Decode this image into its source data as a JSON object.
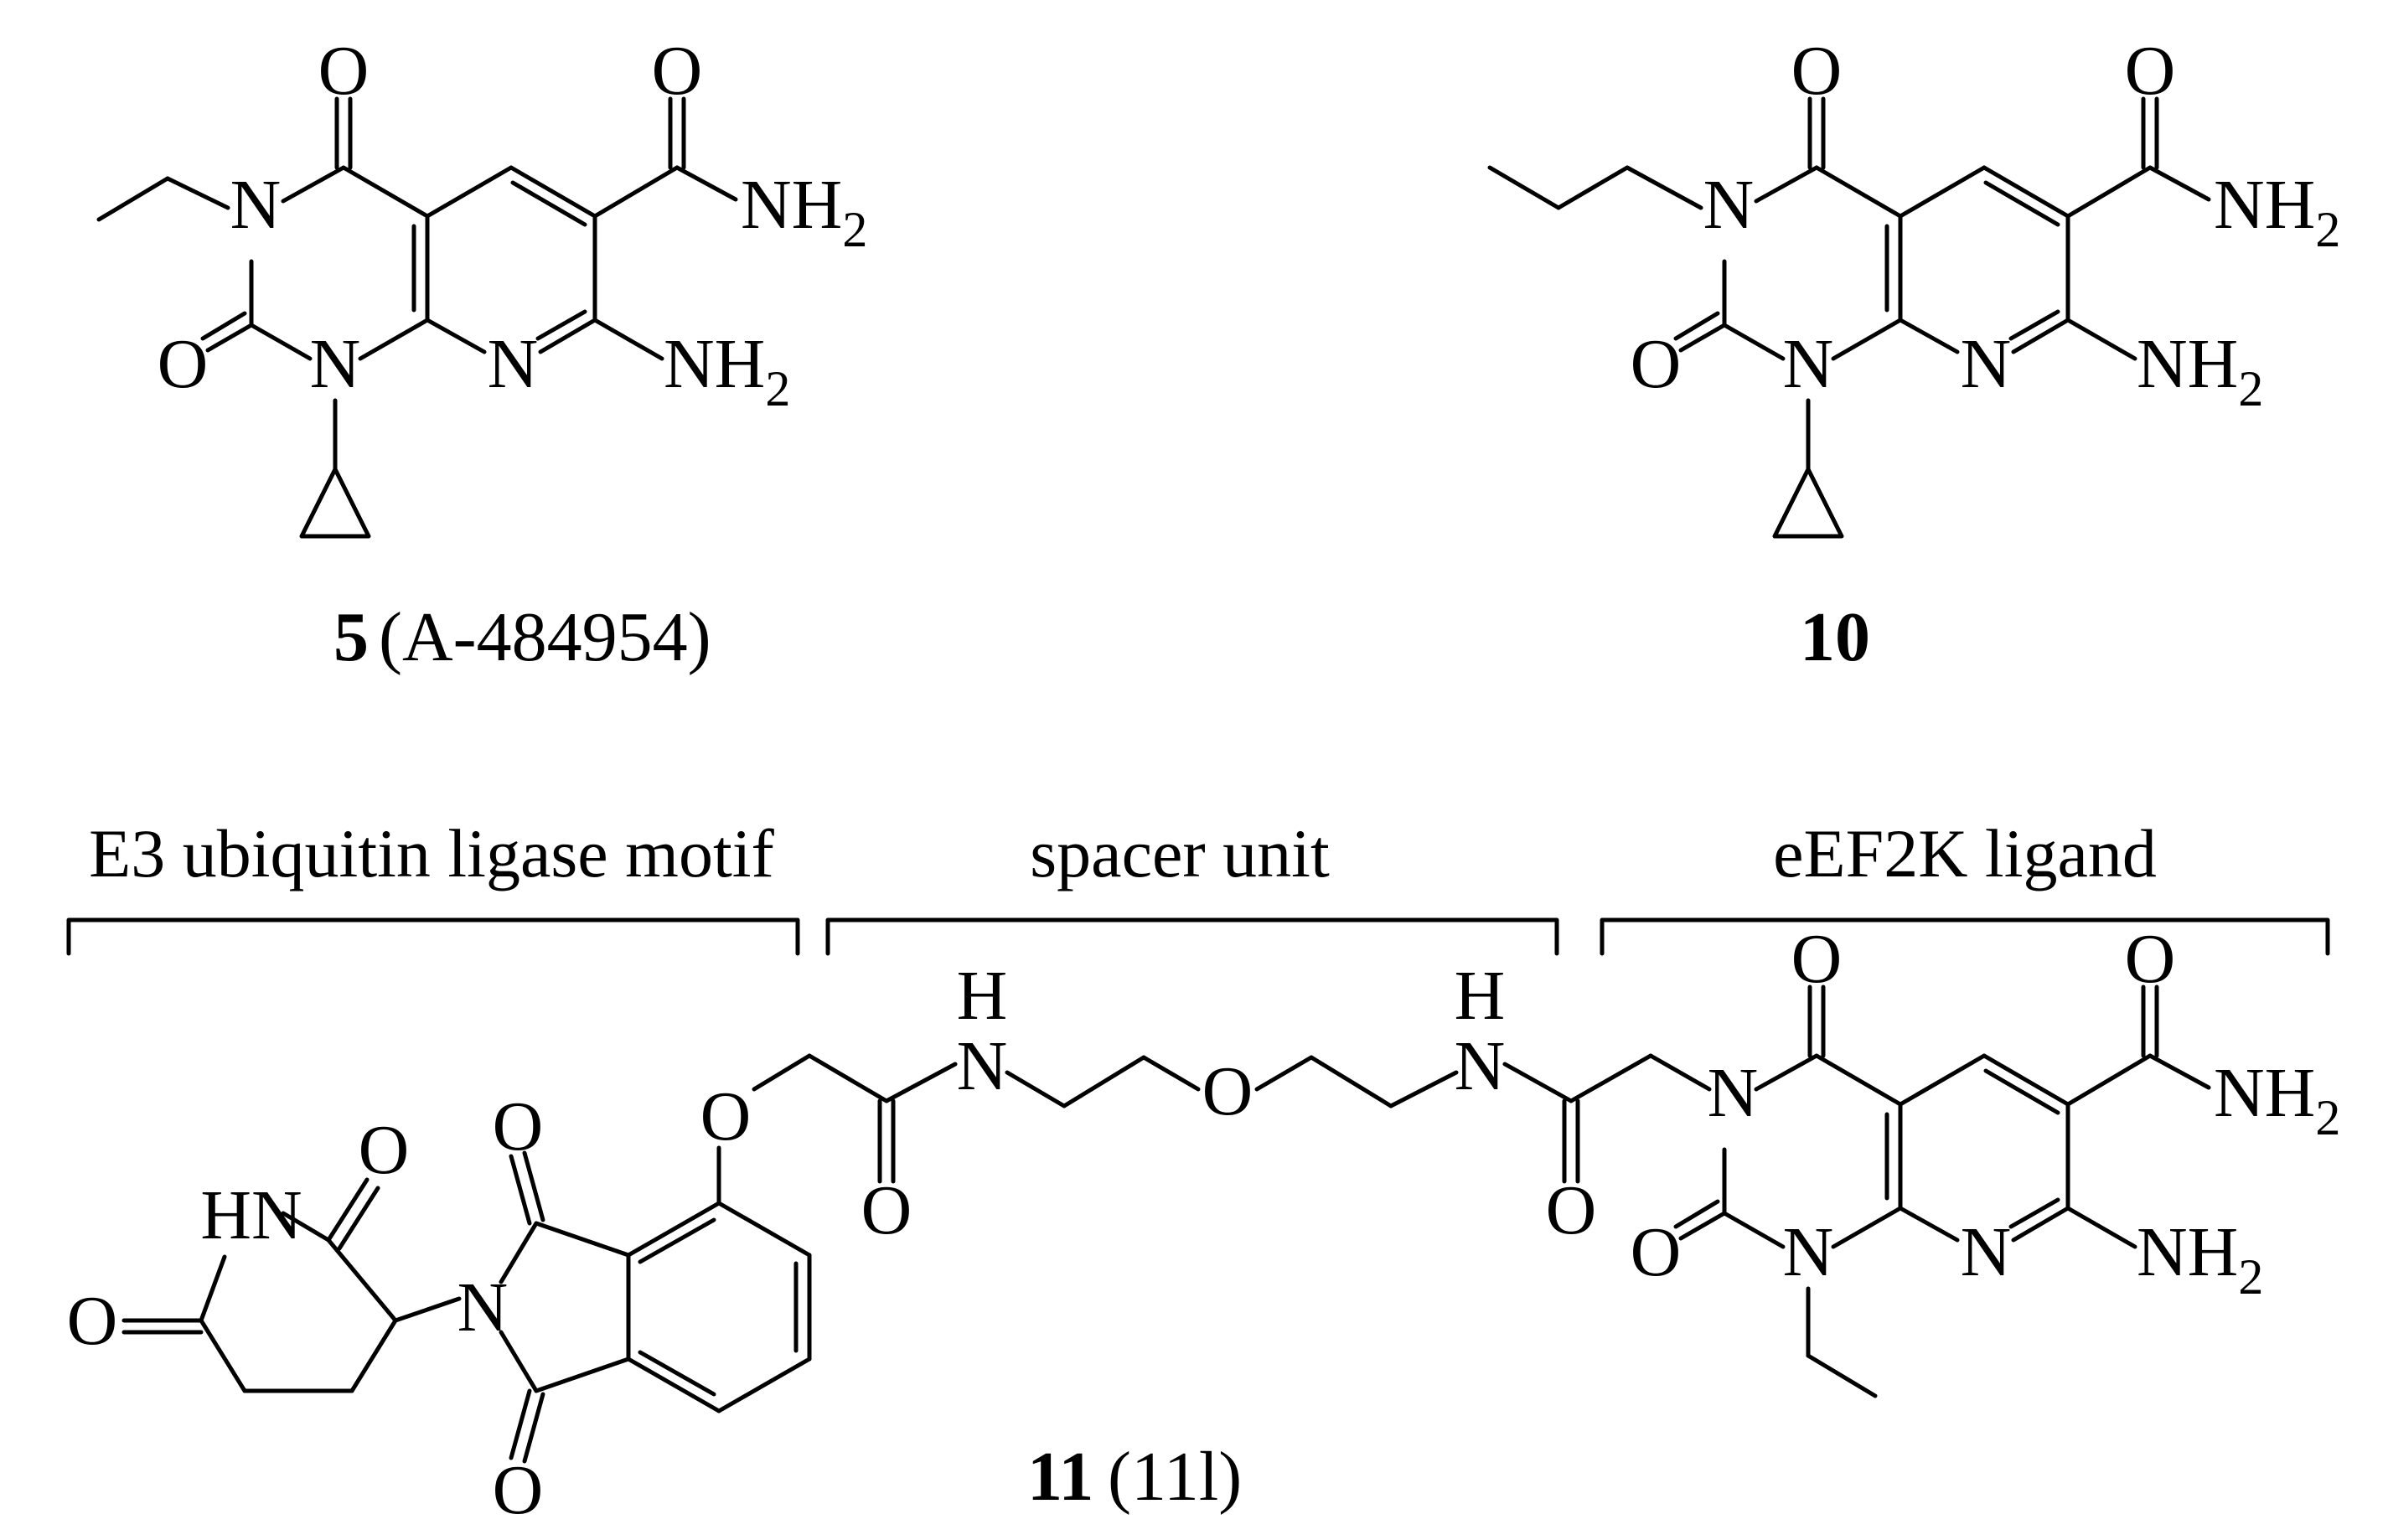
{
  "compounds": {
    "c5": {
      "number": "5",
      "alias": "(A-484954)"
    },
    "c10": {
      "number": "10"
    },
    "c11": {
      "number": "11",
      "alias": "(11l)"
    }
  },
  "regions": {
    "e3": "E3 ubiquitin ligase motif",
    "spacer": "spacer unit",
    "ligand": "eEF2K ligand"
  },
  "atoms": {
    "O": "O",
    "N": "N",
    "NH2_main": "NH",
    "NH2_sub": "2",
    "HN": "HN",
    "H": "H"
  }
}
